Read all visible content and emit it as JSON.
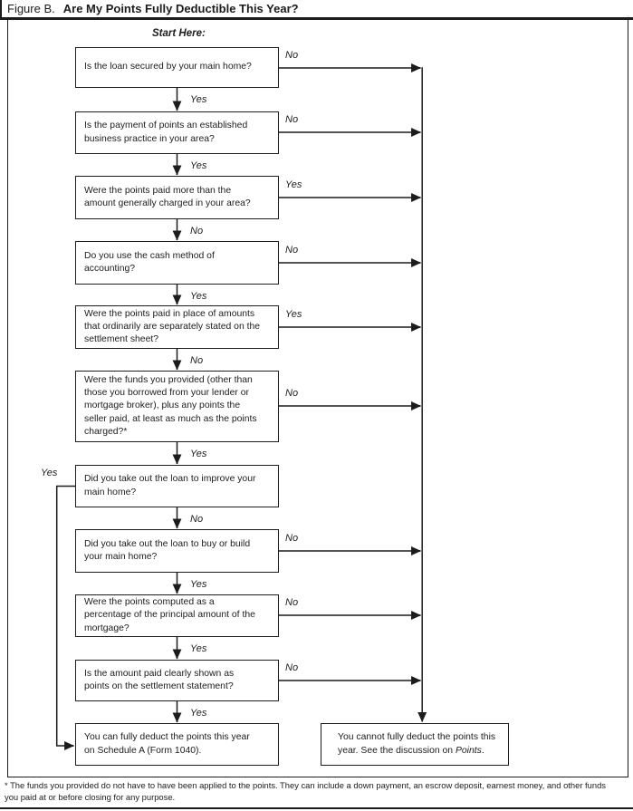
{
  "header": {
    "figure_label": "Figure B.",
    "title": "Are My Points Fully Deductible This Year?"
  },
  "start_label": "Start Here:",
  "boxes": {
    "q1": {
      "text": "Is the loan secured by your main home?"
    },
    "q2": {
      "text": "Is the payment of points an established\nbusiness practice in your area?"
    },
    "q3": {
      "text": "Were the points paid more than the\namount generally charged in your area?"
    },
    "q4": {
      "text": "Do you use the cash method of\naccounting?"
    },
    "q5": {
      "text": "Were the points paid in place of amounts\nthat ordinarily are separately stated on the\nsettlement sheet?"
    },
    "q6": {
      "text": "Were the funds you provided (other than\nthose you borrowed from your lender or\nmortgage broker), plus any points the\nseller paid, at least as much as the points\ncharged?*"
    },
    "q7": {
      "text": "Did you take out the loan to improve your\nmain home?"
    },
    "q8": {
      "text": "Did you take out the loan to buy or build\nyour main home?"
    },
    "q9": {
      "text": "Were the points computed as a\npercentage of the principal amount of the\nmortgage?"
    },
    "q10": {
      "text": "Is the amount paid clearly shown as\npoints on the settlement statement?"
    },
    "result_yes": {
      "text": "You can fully deduct the points this year\non Schedule A (Form 1040)."
    },
    "result_no": {
      "text_before": "You cannot fully deduct the points this\nyear. See the discussion on ",
      "italic_term": "Points",
      "text_after": "."
    }
  },
  "labels": {
    "q1_no": "No",
    "q1_yes": "Yes",
    "q2_no": "No",
    "q2_yes": "Yes",
    "q3_yes": "Yes",
    "q3_no": "No",
    "q4_no": "No",
    "q4_yes": "Yes",
    "q5_yes": "Yes",
    "q5_no": "No",
    "q6_no": "No",
    "q6_yes": "Yes",
    "q7_yes": "Yes",
    "q7_no": "No",
    "q8_no": "No",
    "q8_yes": "Yes",
    "q9_no": "No",
    "q9_yes": "Yes",
    "q10_no": "No",
    "q10_yes": "Yes"
  },
  "footnote": "* The funds you provided do not have to have been applied to the points. They can include a down payment, an escrow deposit, earnest money, and other funds\nyou paid at or before closing for any purpose.",
  "colors": {
    "ink": "#1c1c1c",
    "background": "#ffffff"
  }
}
